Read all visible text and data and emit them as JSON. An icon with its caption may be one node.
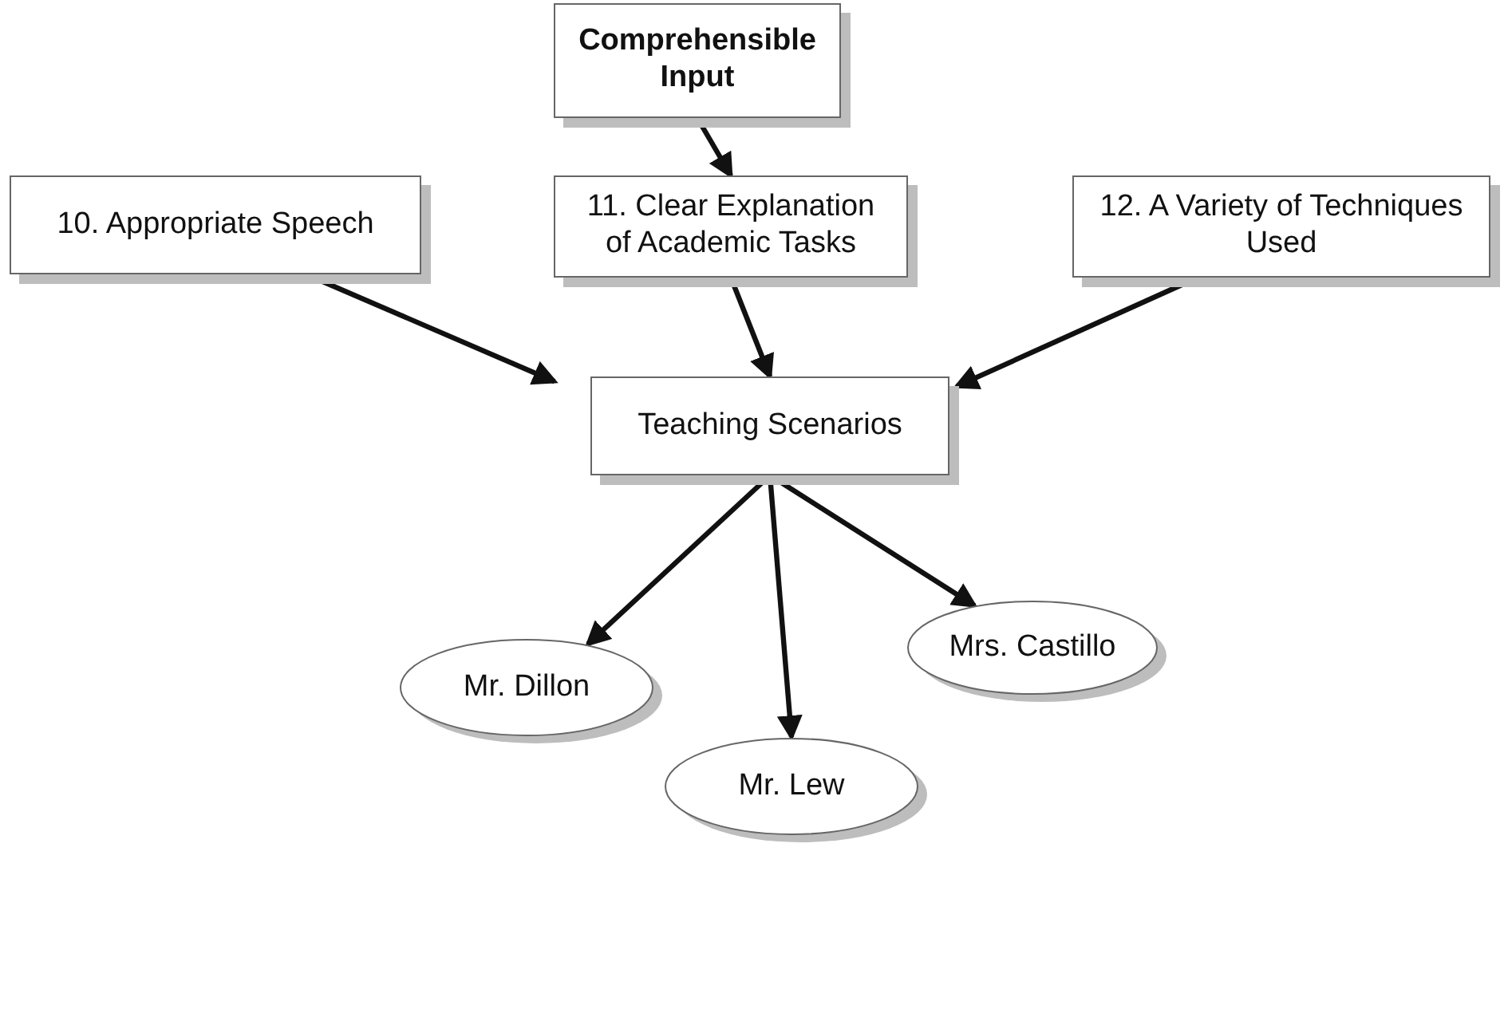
{
  "diagram": {
    "nodes": [
      {
        "text": [
          "Comprehensible Input"
        ]
      },
      {
        "text": [
          "10. Appropriate Speech"
        ]
      },
      {
        "text": [
          "11. Clear Explanation of Academic Tasks"
        ]
      },
      {
        "text": [
          "12. A Variety of Techniques Used"
        ]
      },
      {
        "text": [
          "Teaching Scenarios"
        ]
      },
      {
        "text": [
          "Mr. Dillon"
        ]
      },
      {
        "text": [
          "Mr. Lew"
        ]
      },
      {
        "text": [
          "Mrs. Castillo"
        ]
      }
    ],
    "edges": [
      {
        "from": 0,
        "to": 2,
        "arrow": "to"
      },
      {
        "from": 1,
        "to": 4,
        "arrow": "to"
      },
      {
        "from": 2,
        "to": 4,
        "arrow": "to"
      },
      {
        "from": 3,
        "to": 4,
        "arrow": "to"
      },
      {
        "from": 4,
        "to": 5,
        "arrow": "to"
      },
      {
        "from": 4,
        "to": 6,
        "arrow": "to"
      },
      {
        "from": 4,
        "to": 7,
        "arrow": "to"
      }
    ]
  }
}
